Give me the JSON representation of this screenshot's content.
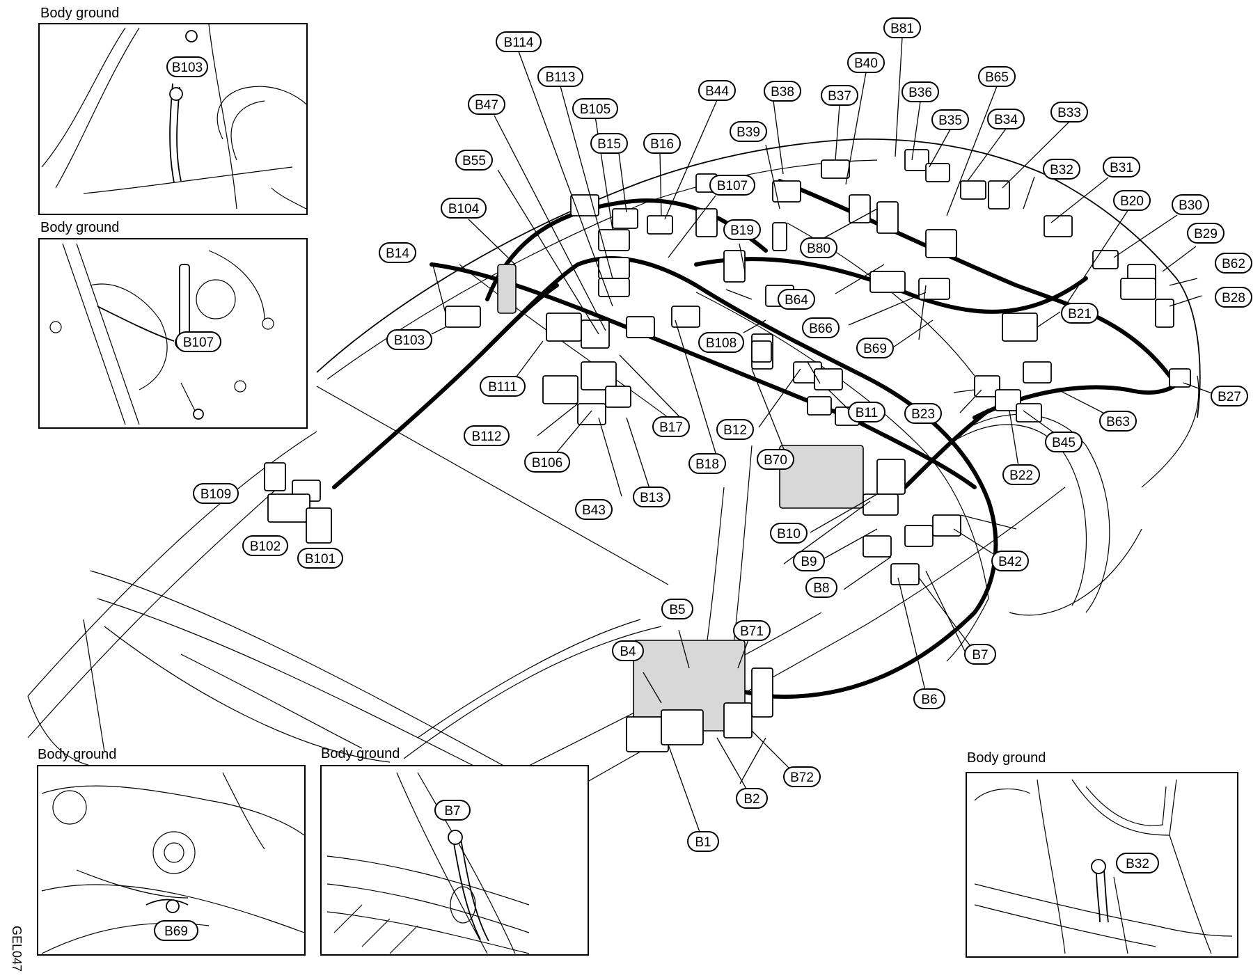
{
  "figure_code": "GEL047",
  "insets": {
    "top_left": {
      "title": "Body ground",
      "label": "B103"
    },
    "mid_left": {
      "title": "Body ground",
      "label": "B107"
    },
    "bottom_left": {
      "title": "Body ground",
      "label": "B69"
    },
    "bottom_mid": {
      "title": "Body ground",
      "label": "B7"
    },
    "bottom_right": {
      "title": "Body ground",
      "label": "B32"
    }
  },
  "labels": [
    "B81",
    "B40",
    "B114",
    "B113",
    "B36",
    "B65",
    "B44",
    "B38",
    "B37",
    "B35",
    "B34",
    "B33",
    "B47",
    "B105",
    "B39",
    "B15",
    "B16",
    "B55",
    "B107",
    "B32",
    "B31",
    "B104",
    "B20",
    "B30",
    "B19",
    "B80",
    "B29",
    "B14",
    "B62",
    "B64",
    "B28",
    "B21",
    "B66",
    "B103",
    "B108",
    "B69",
    "B111",
    "B11",
    "B23",
    "B27",
    "B17",
    "B12",
    "B112",
    "B63",
    "B45",
    "B106",
    "B18",
    "B70",
    "B22",
    "B43",
    "B13",
    "B109",
    "B10",
    "B102",
    "B101",
    "B9",
    "B42",
    "B8",
    "B5",
    "B71",
    "B7",
    "B4",
    "B6",
    "B72",
    "B2",
    "B1"
  ]
}
